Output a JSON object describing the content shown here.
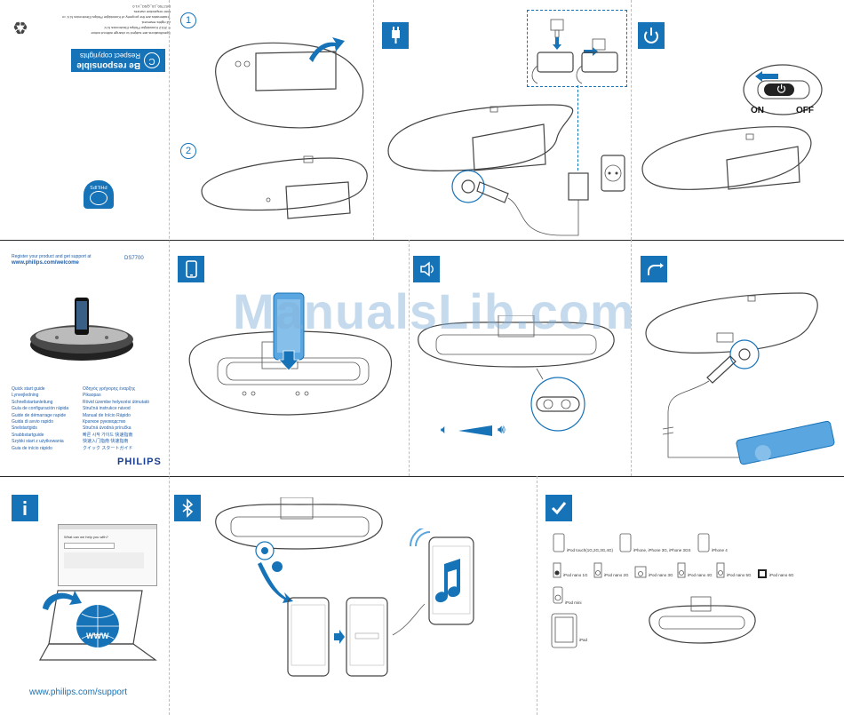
{
  "watermark": "ManualsLib.com",
  "cover": {
    "responsible_title": "Be responsible",
    "responsible_sub": "Respect copyrights",
    "recycle_symbol": "♻",
    "fineprint": [
      "Specifications are subject to change without notice",
      "© 2012 Koninklijke Philips Electronics N.V.",
      "All rights reserved.",
      "Trademarks are the property of Koninklijke Philips Electronics N.V. or their respective owners.",
      "DS7700_10_QSG_V1.0"
    ],
    "register_text": "Register your product and get support at",
    "register_url": "www.philips.com/welcome",
    "model": "DS7700",
    "languages_left": [
      "Quick start guide",
      "Lynvejledning",
      "Schnellstartanleitung",
      "Guía de configuración rápida",
      "Guide de démarrage rapide",
      "Guida di avvio rapido",
      "Snelstartgids",
      "Snabbstartguide",
      "Szybki start z użytkowania",
      "Guia de início rápido"
    ],
    "languages_right": [
      "Οδηγός γρήγορης έναρξης",
      "Pikaopas",
      "Rövid üzembe helyezési útmutató",
      "Stručná instrukce návod",
      "Manual de Início Rápido",
      "Краткое руководство",
      "Stručná úvodná príručka",
      "빠른 시작 가이드  快速指南",
      "快速入门指南  快速指南",
      "クイック スタートガイド"
    ],
    "brand": "PHILIPS",
    "badge": "PHILIPS"
  },
  "steps": {
    "step1": "1",
    "step2": "2"
  },
  "power": {
    "on": "ON",
    "off": "OFF"
  },
  "info": {
    "support_url": "www.philips.com/support"
  },
  "browser": {
    "heading": "What can we help you with?",
    "www": "WWW"
  },
  "compatibility": {
    "items": [
      "iPod touch(1G,2G,3G,4G)",
      "iPhone, iPhone 3G, iPhone 3GS",
      "iPhone 4",
      "iPod nano 1G",
      "iPod nano 2G",
      "iPod nano 3G",
      "iPod nano 4G",
      "iPod nano 5G",
      "iPod nano 6G",
      "iPod mini",
      "iPad"
    ]
  },
  "icons": [
    "plug-icon",
    "power-icon",
    "phone-icon",
    "speaker-icon",
    "aux-cable-icon",
    "info-icon",
    "bluetooth-icon",
    "checkmark-icon",
    "recycle-icon",
    "copyright-icon"
  ],
  "colors": {
    "accent": "#1673b8",
    "text_blue": "#1f5ea8",
    "line": "#2a2a2a"
  }
}
